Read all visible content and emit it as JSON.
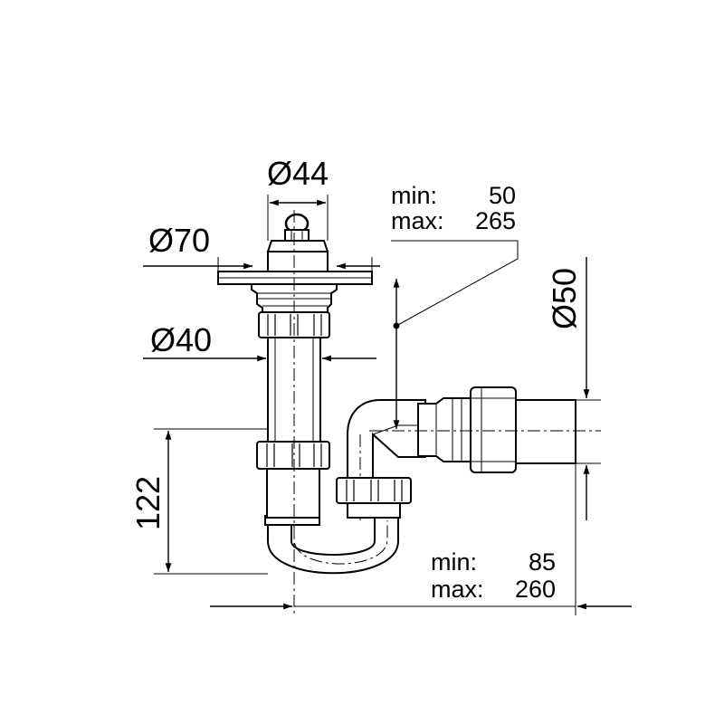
{
  "dimensions": {
    "top_plug_diameter": "Ø44",
    "flange_diameter": "Ø70",
    "tube_diameter": "Ø40",
    "outlet_diameter": "Ø50",
    "trap_height": "122"
  },
  "ranges": {
    "vertical_adjust": {
      "min_label": "min:",
      "min_value": "50",
      "max_label": "max:",
      "max_value": "265"
    },
    "horizontal_adjust": {
      "min_label": "min:",
      "min_value": "85",
      "max_label": "max:",
      "max_value": "260"
    }
  },
  "colors": {
    "line": "#000000",
    "background": "#ffffff"
  }
}
